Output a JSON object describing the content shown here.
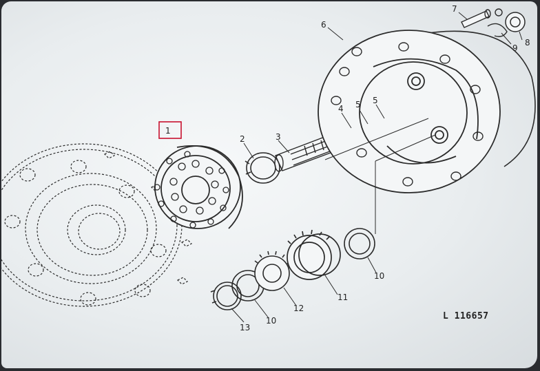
{
  "diagram": {
    "reference": "L 116657",
    "highlight_color": "#c8102e",
    "callouts": [
      {
        "id": "callout-1",
        "text": "1",
        "boxed": true
      },
      {
        "id": "callout-2",
        "text": "2"
      },
      {
        "id": "callout-3",
        "text": "3"
      },
      {
        "id": "callout-4",
        "text": "4"
      },
      {
        "id": "callout-5a",
        "text": "5"
      },
      {
        "id": "callout-5b",
        "text": "5"
      },
      {
        "id": "callout-6",
        "text": "6"
      },
      {
        "id": "callout-7",
        "text": "7"
      },
      {
        "id": "callout-8",
        "text": "8"
      },
      {
        "id": "callout-9",
        "text": "9"
      },
      {
        "id": "callout-10a",
        "text": "10"
      },
      {
        "id": "callout-10b",
        "text": "10"
      },
      {
        "id": "callout-11",
        "text": "11"
      },
      {
        "id": "callout-12",
        "text": "12"
      },
      {
        "id": "callout-13",
        "text": "13"
      }
    ]
  }
}
